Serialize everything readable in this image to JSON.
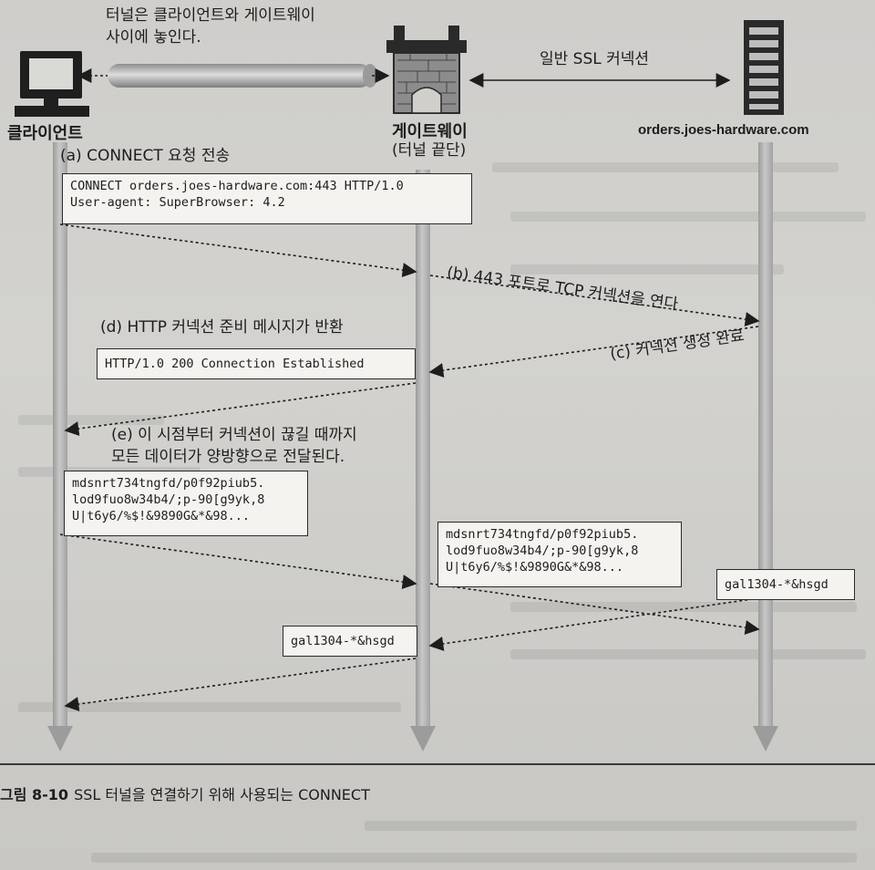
{
  "nodes": {
    "client": {
      "name": "클라이언트"
    },
    "gateway": {
      "name": "게이트웨이",
      "sub": "(터널 끝단)"
    },
    "server": {
      "name": "orders.joes-hardware.com"
    }
  },
  "tunnel_note": [
    "터널은 클라이언트와 게이트웨이",
    "사이에 놓인다."
  ],
  "ssl_label": "일반 SSL 커넥션",
  "steps": {
    "a": "(a) CONNECT 요청 전송",
    "b": "(b) 443 포트로 TCP 커넥션을 연다",
    "c": "(c) 커넥션 생성 완료",
    "d": "(d) HTTP 커넥션 준비 메시지가 반환",
    "e": [
      "(e) 이 시점부터 커넥션이 끊길 때까지",
      "모든 데이터가 양방향으로 전달된다."
    ]
  },
  "boxes": {
    "connect": [
      "CONNECT orders.joes-hardware.com:443 HTTP/1.0",
      "User-agent: SuperBrowser: 4.2"
    ],
    "established": "HTTP/1.0 200 Connection Established",
    "data_client": [
      "mdsnrt734tngfd/p0f92piub5.",
      "lod9fuo8w34b4/;p-90[g9yk,8",
      "U|t6y6/%$!&9890G&*&98..."
    ],
    "data_gateway": [
      "mdsnrt734tngfd/p0f92piub5.",
      "lod9fuo8w34b4/;p-90[g9yk,8",
      "U|t6y6/%$!&9890G&*&98..."
    ],
    "server_reply": "gal1304-*&hsgd",
    "gateway_reply": "gal1304-*&hsgd"
  },
  "caption": {
    "figure": "그림 8-10",
    "text": "SSL 터널을 연결하기 위해 사용되는 CONNECT"
  },
  "colors": {
    "page": "#cfcecb",
    "box": "#f4f3ef",
    "line": "#2a2a2a",
    "lifeline": "#a8a8a8"
  }
}
